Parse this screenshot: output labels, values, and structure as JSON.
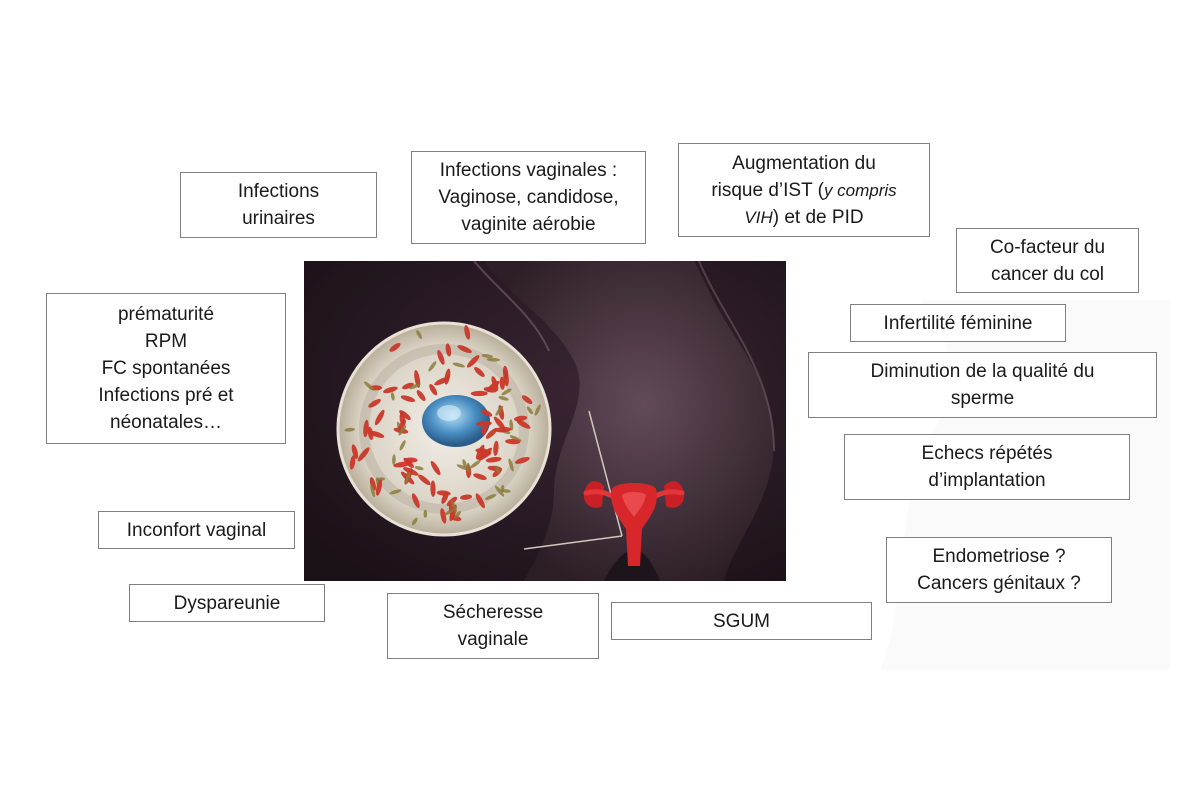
{
  "colors": {
    "illustration_bg": "#241722",
    "body_silhouette": "#5b454f",
    "uterus": "#d8272b",
    "bacteria_red": "#c9382a",
    "bacteria_olive": "#8b7d3c",
    "cell_blue": "#4a8fc4",
    "box_border": "#7f7f7f"
  },
  "labels": {
    "infections_urinaires": [
      "Infections",
      "urinaires"
    ],
    "infections_vaginales": [
      "Infections vaginales :",
      "Vaginose, candidose,",
      "vaginite aérobie"
    ],
    "ist": {
      "line1": "Augmentation du",
      "line2_prefix": "risque d’IST (",
      "line2_italic": "y compris",
      "line3_italic": "VIH",
      "line3_suffix": ") et de PID"
    },
    "cofacteur": [
      "Co-facteur du",
      "cancer du col"
    ],
    "prematurite": [
      "prématurité",
      "RPM",
      "FC spontanées",
      "Infections pré et",
      "néonatales…"
    ],
    "infertilite": "Infertilité féminine",
    "sperme": [
      "Diminution de la qualité du",
      "sperme"
    ],
    "echecs": [
      "Echecs répétés",
      "d’implantation"
    ],
    "inconfort": "Inconfort vaginal",
    "endometriose": [
      "Endometriose ?",
      "Cancers génitaux ?"
    ],
    "dyspareunie": "Dyspareunie",
    "secheresse": [
      "Sécheresse",
      "vaginale"
    ],
    "sgum": "SGUM"
  }
}
